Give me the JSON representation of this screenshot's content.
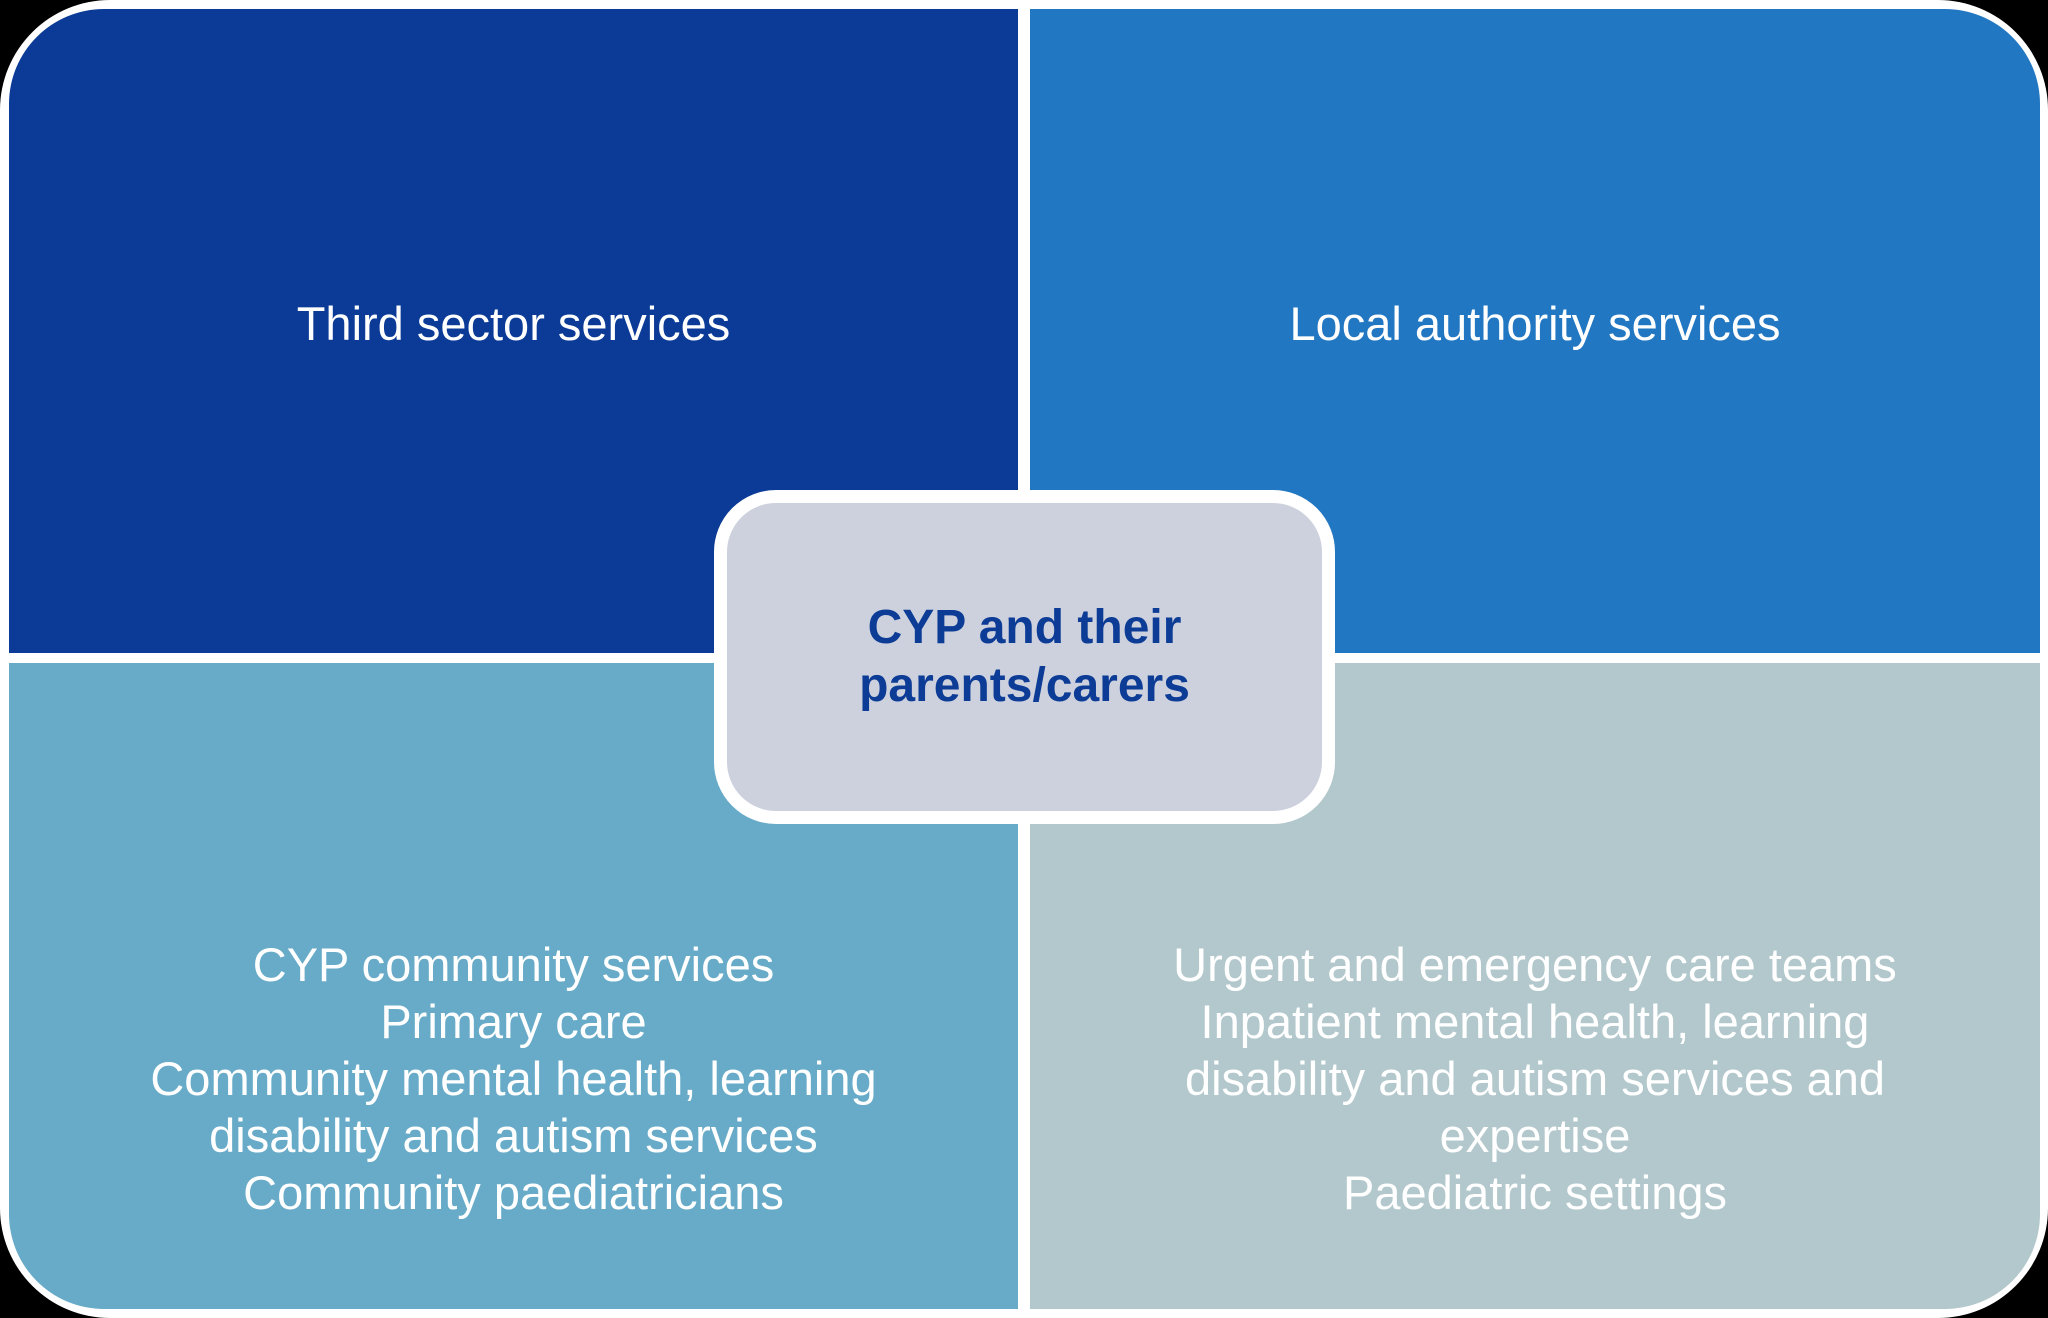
{
  "diagram": {
    "background_color": "#000000",
    "frame_color": "#ffffff",
    "center": {
      "fill": "#cdd1de",
      "border_color": "#ffffff",
      "text_color": "#0c3c96",
      "lines": [
        "CYP and their",
        "parents/carers"
      ]
    },
    "quadrants": {
      "top_left": {
        "fill": "#0b3b97",
        "text_color": "#ffffff",
        "label": "Third sector services"
      },
      "top_right": {
        "fill": "#2277c3",
        "text_color": "#ffffff",
        "label": "Local authority services"
      },
      "bottom_left": {
        "fill": "#68abc8",
        "text_color": "#ffffff",
        "lines": [
          "CYP community services",
          "Primary care",
          "Community mental health, learning",
          "disability and autism services",
          "Community paediatricians"
        ]
      },
      "bottom_right": {
        "fill": "#b3c8cc",
        "text_color": "#ffffff",
        "lines": [
          "Urgent and emergency care teams",
          "Inpatient mental health, learning",
          "disability and autism services and",
          "expertise",
          "Paediatric settings"
        ]
      }
    }
  }
}
